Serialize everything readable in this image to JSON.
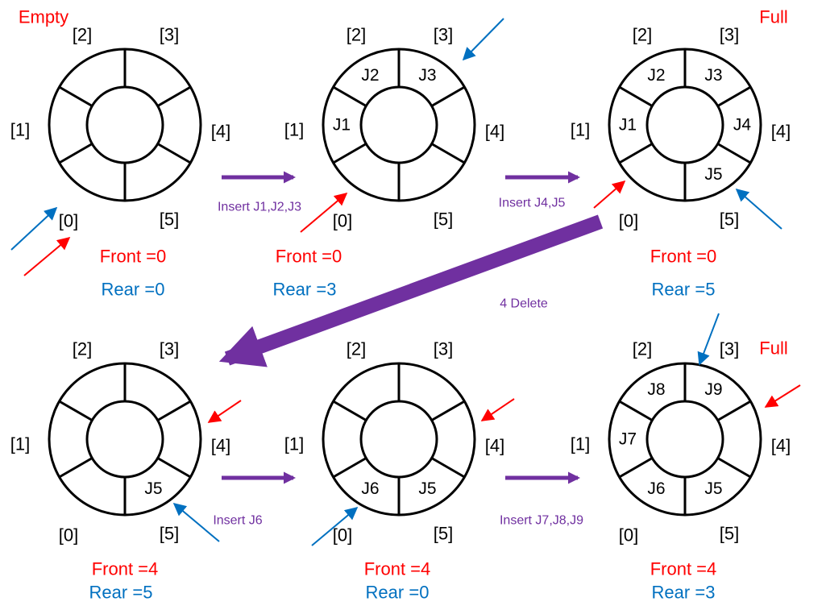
{
  "colors": {
    "front": "#ff0000",
    "rear": "#0070c0",
    "op": "#7030a0",
    "ring": "#000000"
  },
  "slot_labels": [
    "[0]",
    "[1]",
    "[2]",
    "[3]",
    "[4]",
    "[5]"
  ],
  "states": [
    {
      "title": "Empty",
      "jobs": [
        "",
        "",
        "",
        "",
        "",
        ""
      ],
      "front": "Front =0",
      "rear": "Rear =0"
    },
    {
      "title": "",
      "jobs": [
        "",
        "J1",
        "J2",
        "J3",
        "",
        ""
      ],
      "front": "Front =0",
      "rear": "Rear =3"
    },
    {
      "title": "Full",
      "jobs": [
        "",
        "J1",
        "J2",
        "J3",
        "J4",
        "J5"
      ],
      "front": "Front =0",
      "rear": "Rear =5"
    },
    {
      "title": "",
      "jobs": [
        "",
        "",
        "",
        "",
        "",
        "J5"
      ],
      "front": "Front =4",
      "rear": "Rear =5"
    },
    {
      "title": "",
      "jobs": [
        "J6",
        "",
        "",
        "",
        "",
        "J5"
      ],
      "front": "Front =4",
      "rear": "Rear =0"
    },
    {
      "title": "Full",
      "jobs": [
        "J6",
        "J7",
        "J8",
        "J9",
        "",
        "J5"
      ],
      "front": "Front =4",
      "rear": "Rear =3"
    }
  ],
  "operations": [
    "Insert J1,J2,J3",
    "Insert J4,J5",
    "4 Delete",
    "Insert J6",
    "Insert J7,J8,J9"
  ]
}
